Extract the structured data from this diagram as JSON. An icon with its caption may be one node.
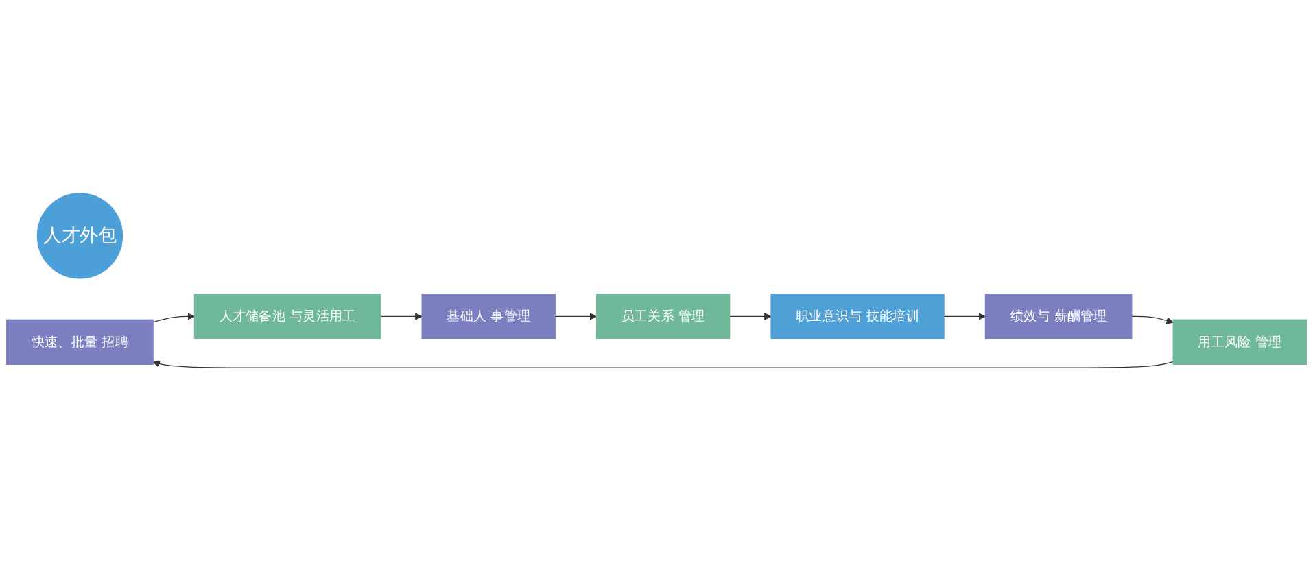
{
  "diagram": {
    "nodes": [
      {
        "text": [
          "人才外包"
        ]
      },
      {
        "text": [
          "快速、批量 招聘"
        ]
      },
      {
        "text": [
          "人才储备池 与灵活用工"
        ]
      },
      {
        "text": [
          "基础人 事管理"
        ]
      },
      {
        "text": [
          "员工关系 管理"
        ]
      },
      {
        "text": [
          "职业意识与 技能培训"
        ]
      },
      {
        "text": [
          "绩效与 薪酬管理"
        ]
      },
      {
        "text": [
          "用工风险 管理"
        ]
      }
    ],
    "edges": [
      {
        "from": 1,
        "to": 2,
        "arrow": "to"
      },
      {
        "from": 2,
        "to": 3,
        "arrow": "to"
      },
      {
        "from": 3,
        "to": 4,
        "arrow": "to"
      },
      {
        "from": 4,
        "to": 5,
        "arrow": "to"
      },
      {
        "from": 5,
        "to": 6,
        "arrow": "to"
      },
      {
        "from": 6,
        "to": 7,
        "arrow": "to"
      },
      {
        "from": 7,
        "to": 1,
        "arrow": "to"
      }
    ]
  }
}
